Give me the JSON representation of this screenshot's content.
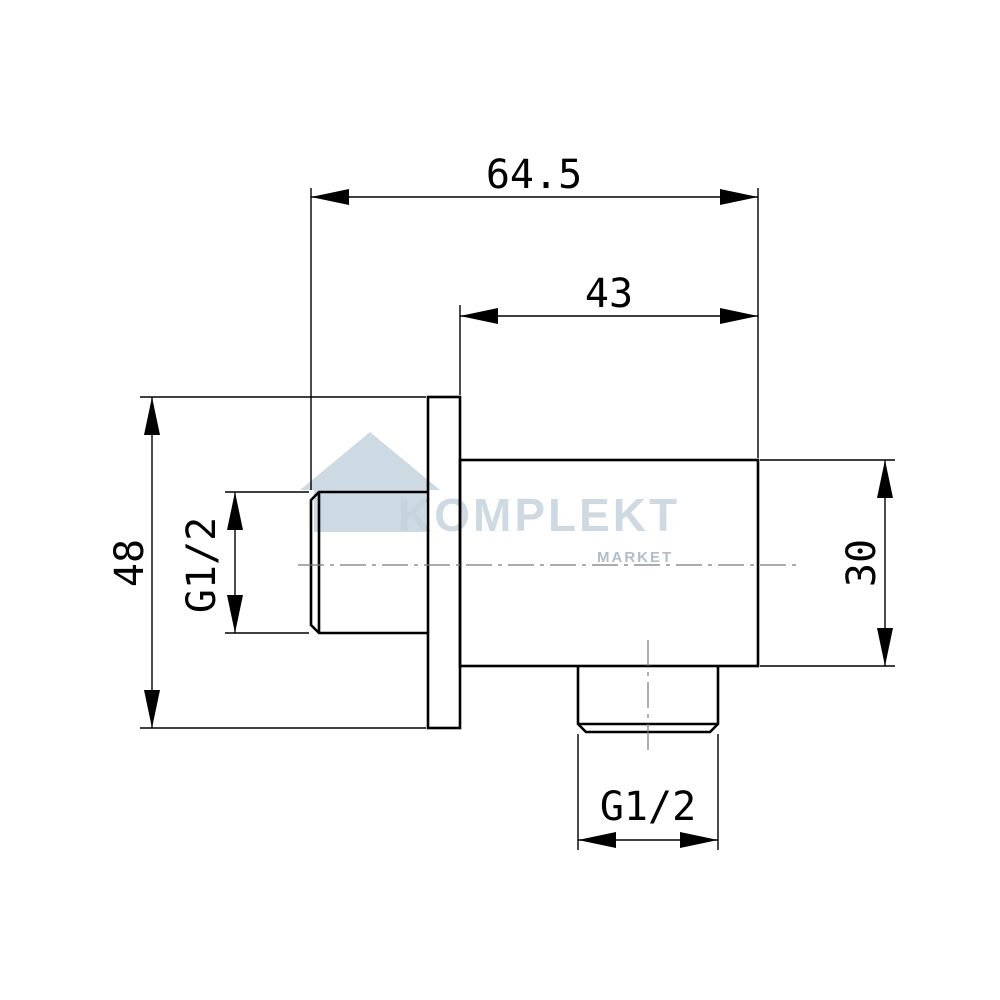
{
  "dimensions": {
    "total_length": "64.5",
    "body_length": "43",
    "flange_height": "48",
    "body_height": "30",
    "inlet_thread": "G1/2",
    "outlet_thread": "G1/2"
  },
  "watermark": {
    "brand": "KOMPLEKT",
    "sub": "MARKET",
    "icon": "house-faucet-icon"
  },
  "colors": {
    "line": "#000000",
    "centerline": "#7a7a7a",
    "watermark": "#c6d3de"
  }
}
